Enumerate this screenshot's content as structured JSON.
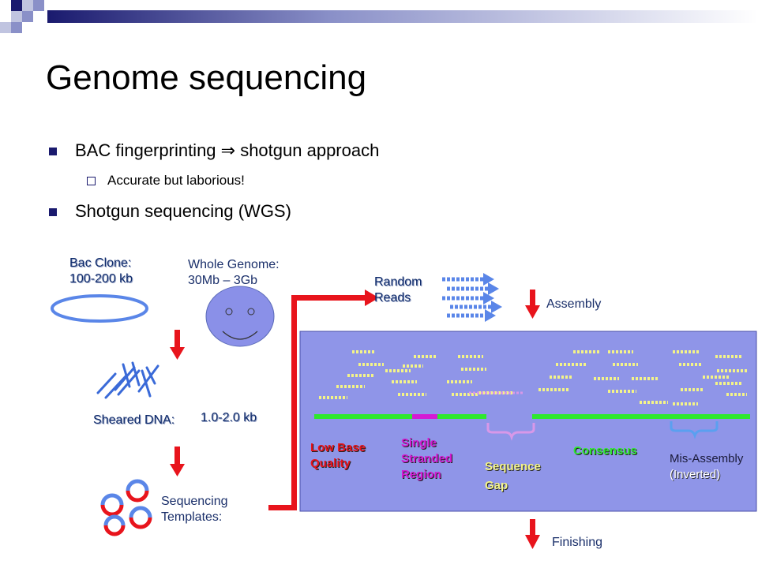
{
  "slide": {
    "title": "Genome sequencing",
    "bullets": [
      {
        "text": "BAC fingerprinting ⇒ shotgun approach"
      },
      {
        "sub": "Accurate but laborious!"
      },
      {
        "text": "Shotgun sequencing (WGS)"
      }
    ]
  },
  "diagram": {
    "bac_clone": "Bac Clone:",
    "bac_size": "100-200 kb",
    "whole_genome": "Whole Genome:",
    "genome_size": "30Mb – 3Gb",
    "random_reads_1": "Random",
    "random_reads_2": "Reads",
    "assembly": "Assembly",
    "sheared_dna": "Sheared DNA:",
    "sheared_size": "1.0-2.0 kb",
    "seq_templates_1": "Sequencing",
    "seq_templates_2": "Templates:",
    "finishing": "Finishing",
    "panel": {
      "low_base_1": "Low Base",
      "low_base_2": "Quality",
      "single_1": "Single",
      "single_2": "Stranded",
      "single_3": "Region",
      "seq_gap_1": "Sequence",
      "seq_gap_2": "Gap",
      "consensus": "Consensus",
      "misassembly": "Mis-Assembly",
      "inverted": "(Inverted)"
    }
  },
  "colors": {
    "bullet": "#1a1a6e",
    "arrow_red": "#e8141c",
    "panel_bg": "#8f95e8",
    "contig_green": "#2ee82e",
    "single_magenta": "#d41ad4",
    "gap_brace": "#d898e8",
    "mis_brace": "#5aa0f0",
    "read_yellow": "#f4f488",
    "read_blue": "#5a86e8"
  }
}
